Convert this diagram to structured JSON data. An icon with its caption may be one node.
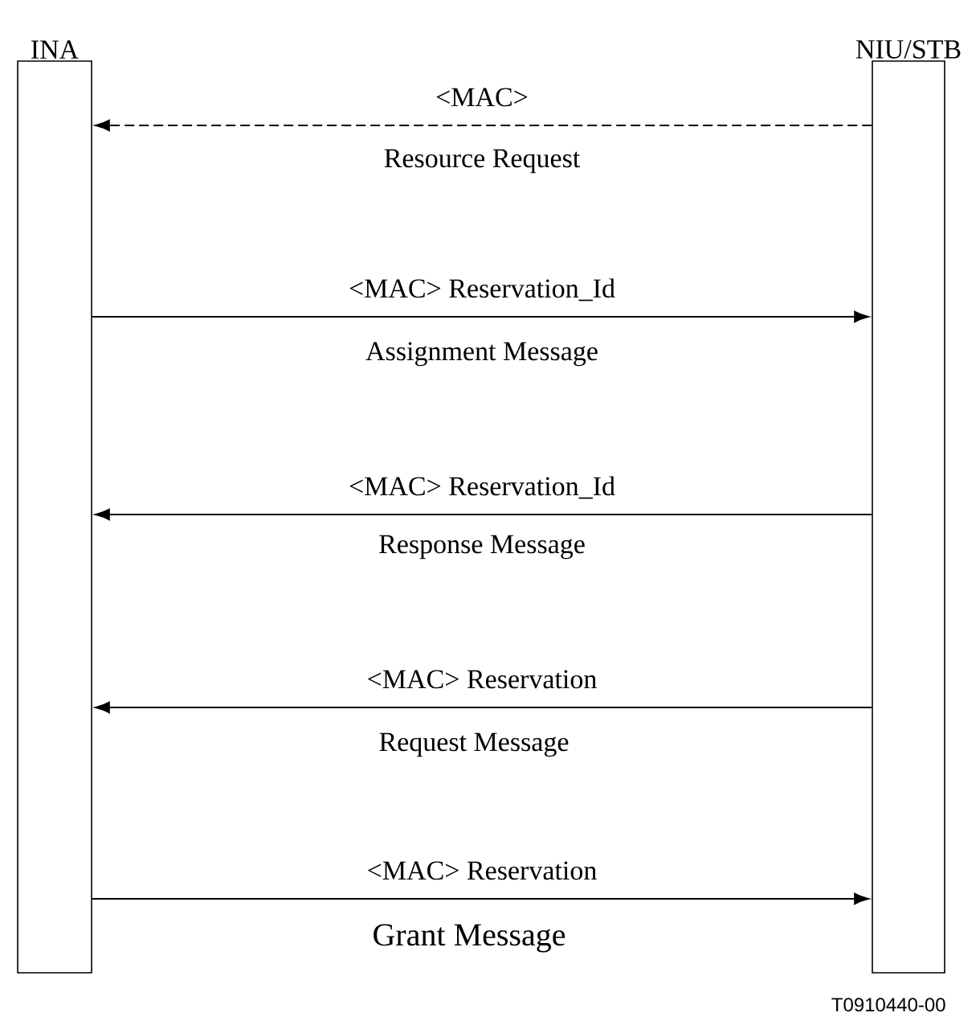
{
  "diagram": {
    "nodes": [
      {
        "text": [
          "INA"
        ]
      },
      {
        "text": [
          "NIU/STB"
        ]
      }
    ],
    "edges": [
      {
        "from": 1,
        "to": 0,
        "arrow": "to",
        "style": "dashed",
        "label": "<MAC>"
      },
      {
        "from": 0,
        "to": 1,
        "arrow": "to",
        "label": "<MAC> Reservation_Id"
      },
      {
        "from": 1,
        "to": 0,
        "arrow": "to",
        "label": "<MAC> Reservation_Id"
      },
      {
        "from": 1,
        "to": 0,
        "arrow": "to",
        "label": "<MAC> Reservation"
      },
      {
        "from": 0,
        "to": 1,
        "arrow": "to",
        "label": "<MAC> Reservation"
      }
    ],
    "labels": [
      "Resource Request",
      "Assignment Message",
      "Response Message",
      "Request Message",
      "Grant Message",
      "T0910440-00"
    ]
  }
}
